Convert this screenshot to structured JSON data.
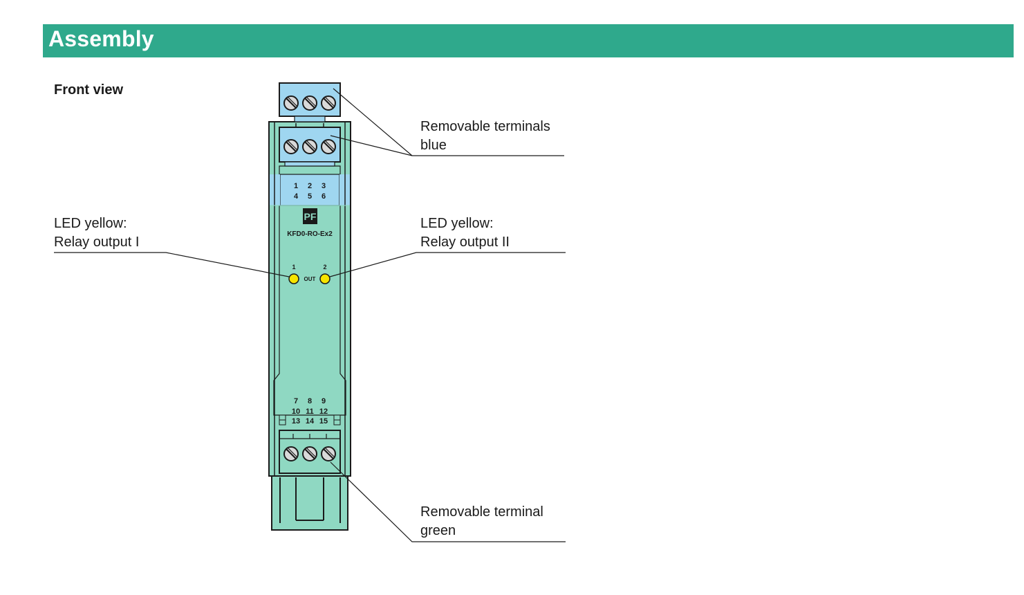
{
  "header": {
    "title": "Assembly"
  },
  "view_label": "Front view",
  "device": {
    "model": "KFD0-RO-Ex2",
    "logo_text": "PF",
    "top_terminal_numbers": [
      [
        "1",
        "2",
        "3"
      ],
      [
        "4",
        "5",
        "6"
      ]
    ],
    "bottom_terminal_numbers": [
      [
        "7",
        "8",
        "9"
      ],
      [
        "10",
        "11",
        "12"
      ],
      [
        "13",
        "14",
        "15"
      ]
    ],
    "led_numbers": [
      "1",
      "2"
    ],
    "led_group_label": "OUT"
  },
  "callouts": {
    "removable_terminals_blue": {
      "line1": "Removable terminals",
      "line2": "blue"
    },
    "led_relay_1": {
      "line1": "LED yellow:",
      "line2": "Relay output I"
    },
    "led_relay_2": {
      "line1": "LED yellow:",
      "line2": "Relay output II"
    },
    "removable_terminal_green": {
      "line1": "Removable terminal",
      "line2": "green"
    }
  },
  "colors": {
    "header": "#2fa98c",
    "housing": "#8fd8c2",
    "terminal_blue": "#9fd6f0",
    "led_yellow": "#f6e400",
    "outline": "#1a1a1a"
  }
}
